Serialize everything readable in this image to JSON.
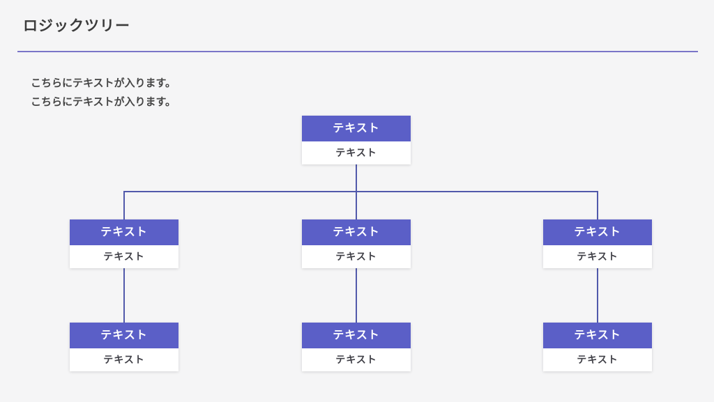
{
  "slide": {
    "title": "ロジックツリー",
    "description_lines": [
      "こちらにテキストが入ります。",
      "こちらにテキストが入ります。"
    ]
  },
  "tree": {
    "root": {
      "header": "テキスト",
      "body": "テキスト"
    },
    "branches": [
      {
        "node": {
          "header": "テキスト",
          "body": "テキスト"
        },
        "child": {
          "header": "テキスト",
          "body": "テキスト"
        }
      },
      {
        "node": {
          "header": "テキスト",
          "body": "テキスト"
        },
        "child": {
          "header": "テキスト",
          "body": "テキスト"
        }
      },
      {
        "node": {
          "header": "テキスト",
          "body": "テキスト"
        },
        "child": {
          "header": "テキスト",
          "body": "テキスト"
        }
      }
    ]
  },
  "colors": {
    "background": "#f5f5f6",
    "accent": "#5b5fc7",
    "connector": "#5159ab",
    "underline": "#7a75c8",
    "title_text": "#3b3b3b",
    "body_text": "#454545",
    "node_body_text": "#3f3f46"
  }
}
